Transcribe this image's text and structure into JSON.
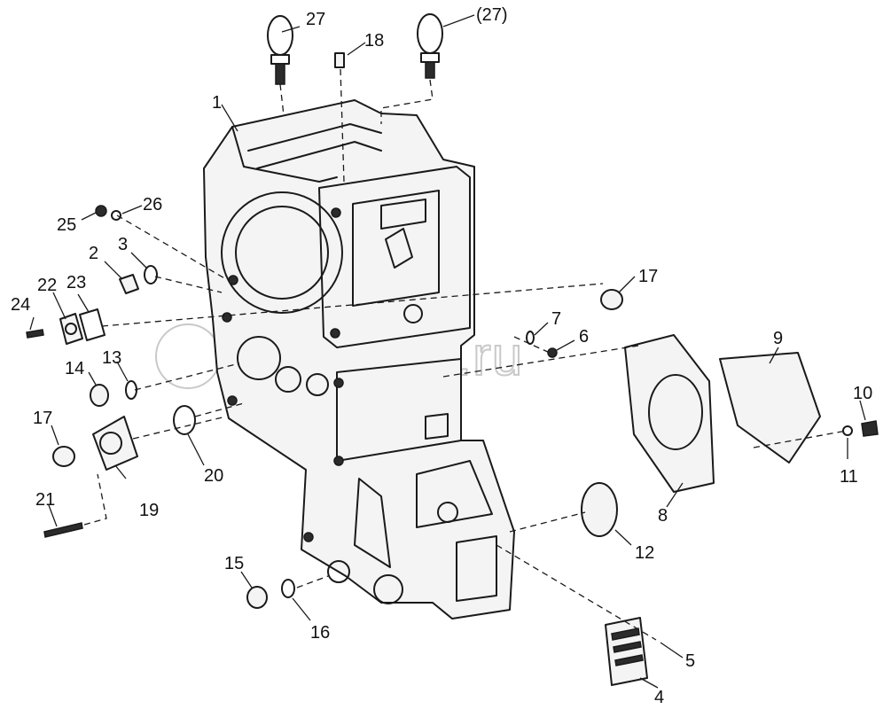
{
  "diagram": {
    "callouts": [
      "1",
      "2",
      "3",
      "4",
      "5",
      "6",
      "7",
      "8",
      "9",
      "10",
      "11",
      "12",
      "13",
      "14",
      "15",
      "16",
      "17",
      "17",
      "18",
      "19",
      "20",
      "21",
      "22",
      "23",
      "24",
      "25",
      "26",
      "27",
      "(27)"
    ],
    "watermark": "autopiter.ru"
  },
  "colors": {
    "line": "#1a1a1a",
    "watermark": "#c9c9c9",
    "background": "#ffffff"
  }
}
